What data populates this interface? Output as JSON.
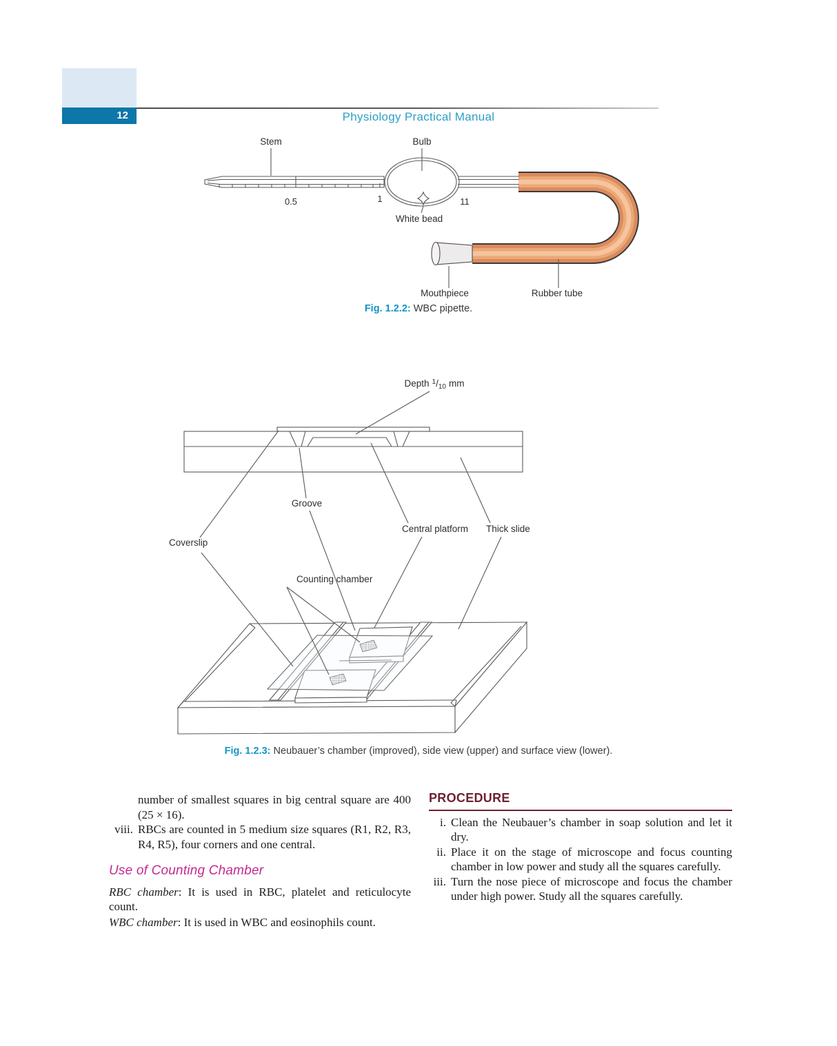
{
  "header": {
    "page_number": "12",
    "title": "Physiology Practical Manual"
  },
  "fig_wbc_pipette": {
    "labels": {
      "stem": "Stem",
      "bulb": "Bulb",
      "graduation_05": "0.5",
      "graduation_1": "1",
      "graduation_11": "11",
      "white_bead": "White bead",
      "mouthpiece": "Mouthpiece",
      "rubber_tube": "Rubber tube"
    },
    "caption": {
      "label": "Fig. 1.2.2:",
      "text": " WBC pipette."
    }
  },
  "fig_neubauer": {
    "labels": {
      "depth_word": "Depth",
      "depth_numerator": "1",
      "depth_slash": "/",
      "depth_denominator": "10",
      "depth_unit": "mm",
      "groove": "Groove",
      "central_platform": "Central platform",
      "thick_slide": "Thick slide",
      "coverslip": "Coverslip",
      "counting_chamber": "Counting chamber"
    },
    "caption": {
      "label": "Fig. 1.2.3:",
      "text": " Neubauer’s chamber (improved), side view (upper) and surface view (lower)."
    }
  },
  "left_column": {
    "list_items": [
      {
        "marker": "",
        "text": "number of smallest squares in big central square are 400 (25 × 16)."
      },
      {
        "marker": "viii.",
        "text": "RBCs are counted in 5 medium size squares (R1, R2, R3, R4, R5), four corners and one central."
      }
    ],
    "subheading": "Use of Counting Chamber",
    "definitions": [
      {
        "term": "RBC chamber",
        "definition": ": It is used in RBC, platelet and reticulo­cyte count."
      },
      {
        "term": "WBC chamber",
        "definition": ": It is used in WBC and eosinophils count."
      }
    ]
  },
  "right_column": {
    "heading": "PROCEDURE",
    "steps": [
      {
        "marker": "i.",
        "text": "Clean the Neubauer’s chamber in soap solution and let it dry."
      },
      {
        "marker": "ii.",
        "text": "Place it on the stage of microscope and focus counting chamber in low power and study all the squares carefully."
      },
      {
        "marker": "iii.",
        "text": "Turn the nose piece of microscope and focus the chamber under high power. Study all the squares carefully."
      }
    ]
  },
  "colors": {
    "header_bar": "#0c77a8",
    "header_box": "#dce9f4",
    "heading_teal": "#2e9fc6",
    "caption_teal": "#1495c4",
    "subheading_pink": "#c32a90",
    "procedure_maroon": "#6d2131",
    "rubber_tube": "#db8a5d",
    "rubber_tube_highlight": "#f6c49e"
  }
}
